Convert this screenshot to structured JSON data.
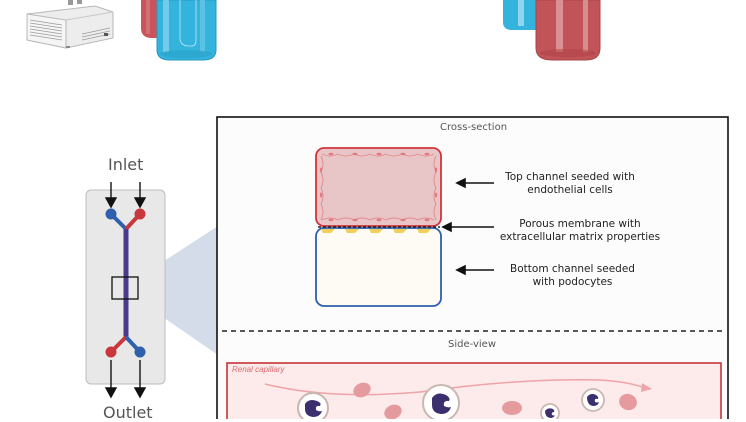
{
  "figure": {
    "chip": {
      "inlet_label": "Inlet",
      "outlet_label": "Outlet"
    },
    "cross_section": {
      "title": "Cross-section",
      "annotations": [
        {
          "line1": "Top channel seeded with",
          "line2": "endothelial cells"
        },
        {
          "line1": "Porous membrane with",
          "line2": "extracellular matrix properties"
        },
        {
          "line1": "Bottom channel seeded",
          "line2": "with podocytes"
        }
      ]
    },
    "side_view": {
      "title": "Side-view",
      "capillary_label": "Renal capillary"
    },
    "colors": {
      "red_channel": "#c8373b",
      "blue_channel": "#2f5fad",
      "merged_channel": "#4b3a8c",
      "endothelial_fill": "#e8c6c8",
      "podocyte_fill": "#fefbf4",
      "membrane_cells": "#f2cf5b",
      "capillary_bg": "#fdeaea",
      "capillary_border": "#c0282d",
      "rbc": "#e59a9e",
      "leukocyte_nucleus": "#3c2f6e",
      "reservoir_blue": "#34b3dc",
      "reservoir_red": "#c9555b"
    }
  }
}
